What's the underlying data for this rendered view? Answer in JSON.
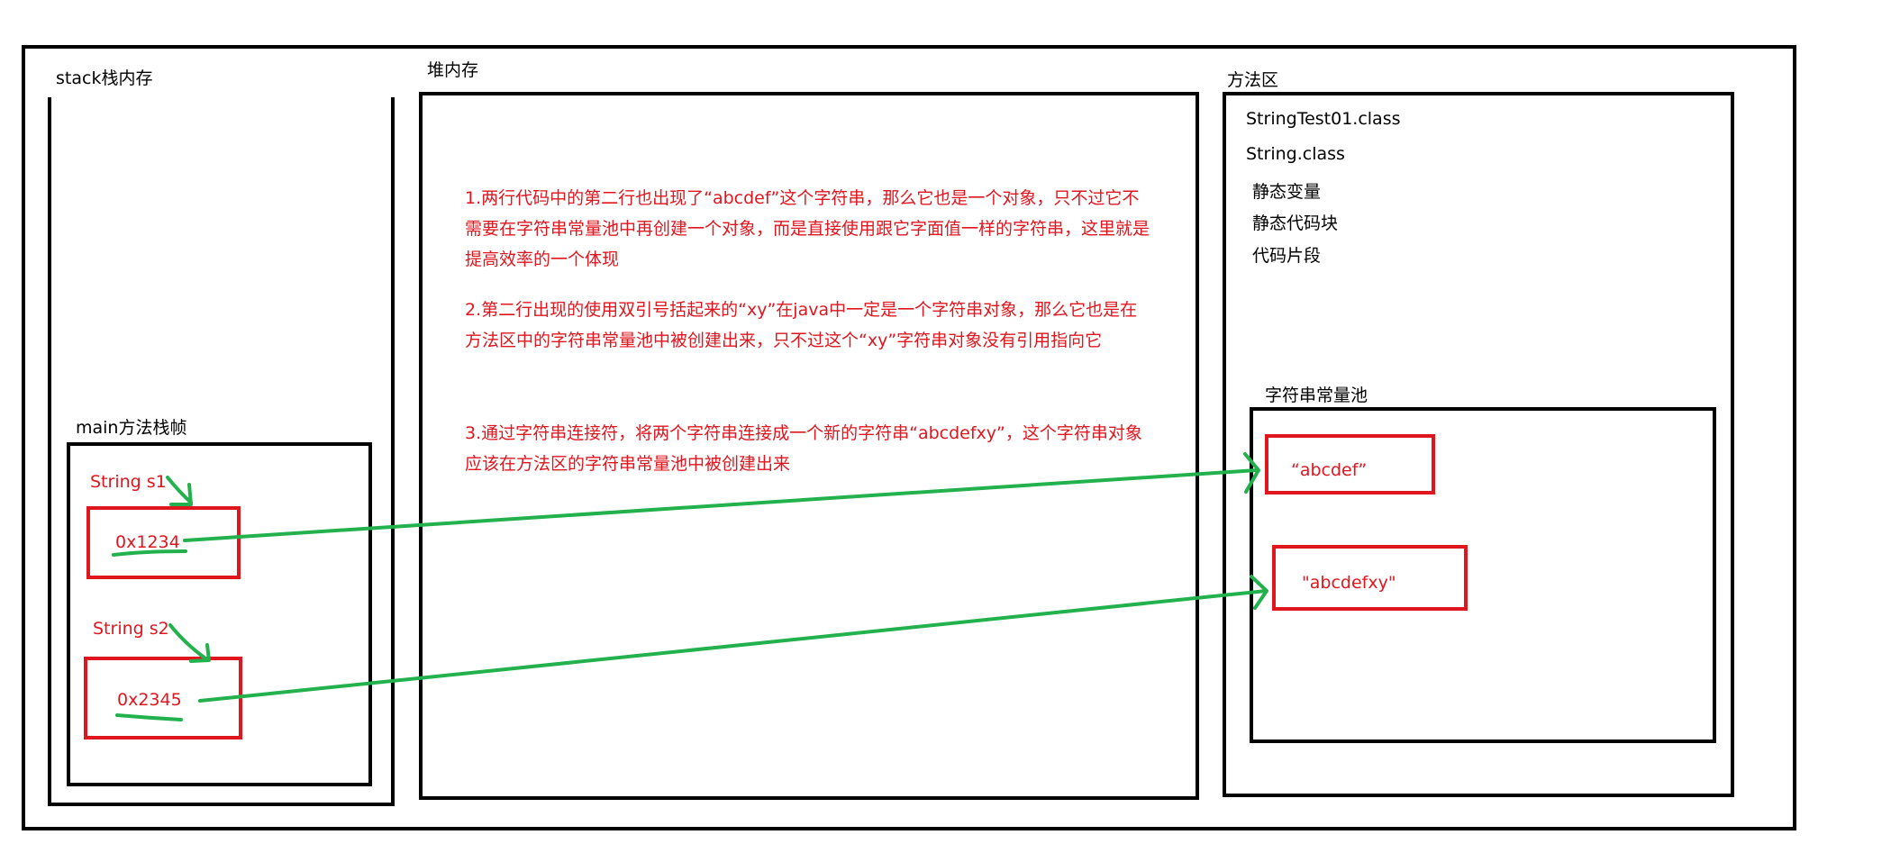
{
  "stack": {
    "title": "stack栈内存",
    "frame_title": "main方法栈帧",
    "s1_label": "String s1",
    "s1_value": "0x1234",
    "s2_label": "String s2",
    "s2_value": "0x2345"
  },
  "heap": {
    "title": "堆内存",
    "notes": [
      "1.两行代码中的第二行也出现了“abcdef”这个字符串，那么它也是一个对象，只不过它不需要在字符串常量池中再创建一个对象，而是直接使用跟它字面值一样的字符串，这里就是提高效率的一个体现",
      "2.第二行出现的使用双引号括起来的“xy”在java中一定是一个字符串对象，那么它也是在方法区中的字符串常量池中被创建出来，只不过这个“xy”字符串对象没有引用指向它",
      "3.通过字符串连接符，将两个字符串连接成一个新的字符串“abcdefxy”，这个字符串对象应该在方法区的字符串常量池中被创建出来"
    ]
  },
  "method_area": {
    "title": "方法区",
    "class1": "StringTest01.class",
    "class2": "String.class",
    "items": [
      "静态变量",
      "静态代码块",
      "代码片段"
    ],
    "pool_title": "字符串常量池",
    "pool_str1": "“abcdef”",
    "pool_str2": "\"abcdefxy\""
  },
  "colors": {
    "red": "#e0161f",
    "green": "#22b14c",
    "black": "#000000"
  }
}
